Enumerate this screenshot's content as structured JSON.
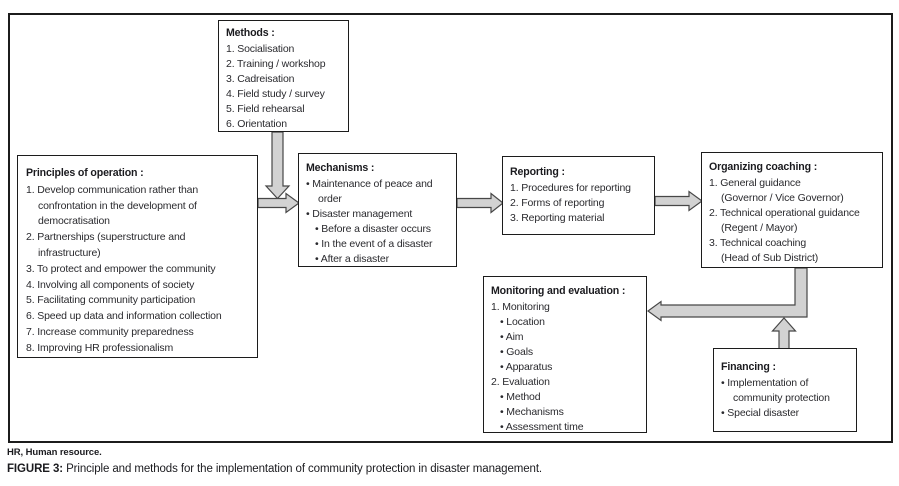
{
  "colors": {
    "canvas_bg": "#ffffff",
    "box_border": "#1c1c1c",
    "text": "#2a2a2e",
    "arrow_fill": "#d2d2d2",
    "arrow_stroke": "#474747"
  },
  "boxes": {
    "methods": {
      "title": "Methods :",
      "items": [
        "1. Socialisation",
        "2. Training / workshop",
        "3. Cadreisation",
        "4. Field study / survey",
        "5. Field rehearsal",
        "6. Orientation"
      ]
    },
    "principles": {
      "title": "Principles of operation :",
      "items": [
        "1. Develop communication rather than confrontation in the development of democratisation",
        "2. Partnerships (superstructure and infrastructure)",
        "3. To protect and empower the community",
        "4. Involving all components of society",
        "5. Facilitating community participation",
        "6. Speed up data and information collection",
        "7. Increase community preparedness",
        "8. Improving HR professionalism"
      ]
    },
    "mechanisms": {
      "title": "Mechanisms :",
      "items": [
        "• Maintenance of peace and order",
        "• Disaster management",
        "• Before a disaster occurs",
        "• In the event of a disaster",
        "• After a disaster"
      ]
    },
    "reporting": {
      "title": "Reporting :",
      "items": [
        "1. Procedures for reporting",
        "2. Forms of reporting",
        "3. Reporting material"
      ]
    },
    "organizing": {
      "title": "Organizing coaching :",
      "items": [
        "1. General guidance",
        "(Governor / Vice Governor)",
        "2. Technical operational guidance",
        "(Regent / Mayor)",
        "3. Technical coaching",
        "(Head of Sub District)"
      ]
    },
    "monitoring": {
      "title": "Monitoring and evaluation :",
      "items": [
        "1. Monitoring",
        "• Location",
        "• Aim",
        "• Goals",
        "• Apparatus",
        "2. Evaluation",
        "• Method",
        "• Mechanisms",
        "• Assessment time"
      ]
    },
    "financing": {
      "title": "Financing :",
      "items": [
        "• Implementation of community protection",
        "• Special disaster"
      ]
    }
  },
  "caption": {
    "note": "HR, Human resource.",
    "figure_label": "FIGURE 3:",
    "figure_text": " Principle and methods for the implementation of community protection in disaster management."
  }
}
